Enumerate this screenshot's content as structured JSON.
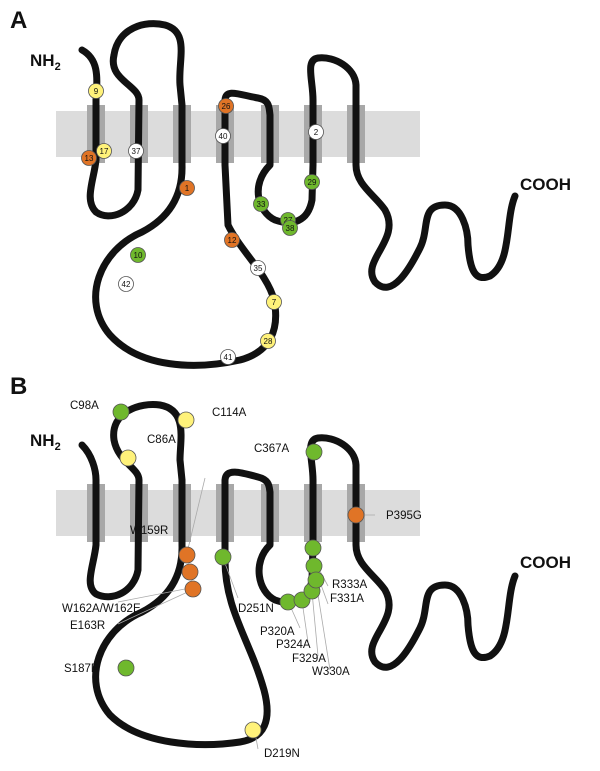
{
  "colors": {
    "membrane": "#dcdcdc",
    "helix": "#a8a8a8",
    "chain": "#111111",
    "green": "#6fb82d",
    "orange": "#e07426",
    "yellow": "#fff27a",
    "white": "#ffffff"
  },
  "panels": [
    {
      "letter": "A",
      "nterm": "NH",
      "nterm_sub": "2",
      "cterm": "COOH",
      "markers": [
        {
          "num": "9",
          "color": "yellow"
        },
        {
          "num": "17",
          "color": "yellow"
        },
        {
          "num": "13",
          "color": "orange"
        },
        {
          "num": "37",
          "color": "white"
        },
        {
          "num": "1",
          "color": "orange"
        },
        {
          "num": "26",
          "color": "orange"
        },
        {
          "num": "40",
          "color": "white"
        },
        {
          "num": "2",
          "color": "white"
        },
        {
          "num": "29",
          "color": "green"
        },
        {
          "num": "33",
          "color": "green"
        },
        {
          "num": "27",
          "color": "green"
        },
        {
          "num": "38",
          "color": "green"
        },
        {
          "num": "12",
          "color": "orange"
        },
        {
          "num": "10",
          "color": "green"
        },
        {
          "num": "35",
          "color": "white"
        },
        {
          "num": "42",
          "color": "white"
        },
        {
          "num": "7",
          "color": "yellow"
        },
        {
          "num": "28",
          "color": "yellow"
        },
        {
          "num": "41",
          "color": "white"
        }
      ]
    },
    {
      "letter": "B",
      "nterm": "NH",
      "nterm_sub": "2",
      "cterm": "COOH",
      "markers": [
        {
          "label": "C98A",
          "color": "green"
        },
        {
          "label": "C114A",
          "color": "yellow"
        },
        {
          "label": "C86A",
          "color": "yellow"
        },
        {
          "label": "C367A",
          "color": "green"
        },
        {
          "label": "P395G",
          "color": "orange"
        },
        {
          "label": "W159R",
          "color": "orange"
        },
        {
          "label": "W162A/W162E",
          "color": "orange"
        },
        {
          "label": "E163R",
          "color": "orange"
        },
        {
          "label": "D251N",
          "color": "green"
        },
        {
          "label": "R333A",
          "color": "green"
        },
        {
          "label": "F331A",
          "color": "green"
        },
        {
          "label": "P320A",
          "color": "green"
        },
        {
          "label": "P324A",
          "color": "green"
        },
        {
          "label": "F329A",
          "color": "green"
        },
        {
          "label": "W330A",
          "color": "green"
        },
        {
          "label": "S187F",
          "color": "green"
        },
        {
          "label": "D219N",
          "color": "yellow"
        }
      ]
    }
  ]
}
